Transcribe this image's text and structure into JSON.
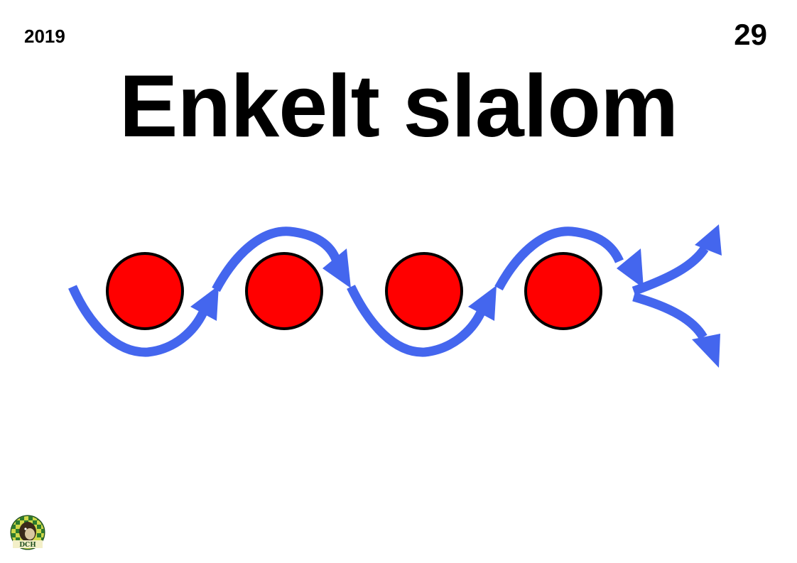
{
  "header": {
    "year": "2019",
    "card_number": "29"
  },
  "exercise": {
    "title": "Enkelt slalom"
  },
  "colors": {
    "cone_fill": "#ff0000",
    "cone_outline": "#000000",
    "path_arrow": "#4466ee"
  },
  "diagram": {
    "cone_count": 4,
    "exit_arrows": 2
  },
  "logo": {
    "name": "dch-club-logo",
    "text": "DCH"
  }
}
